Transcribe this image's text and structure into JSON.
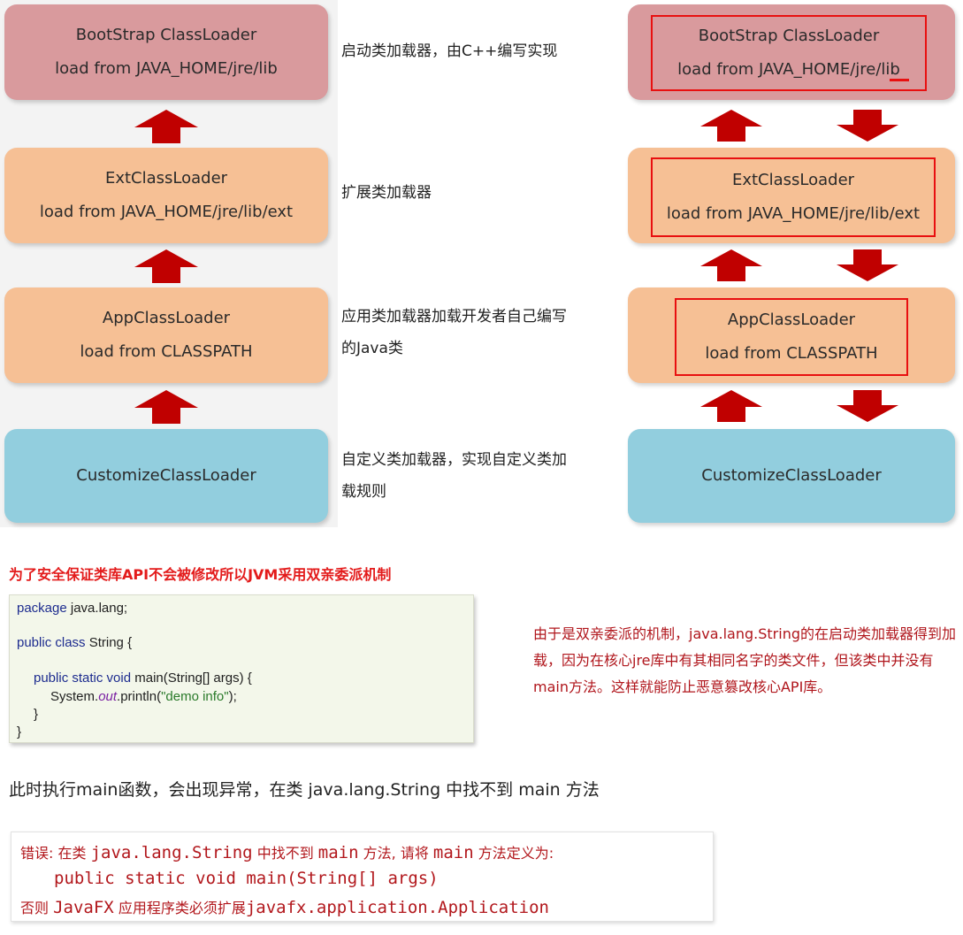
{
  "diagram_left": {
    "boot": {
      "line1": "BootStrap ClassLoader",
      "line2": "load from JAVA_HOME/jre/lib"
    },
    "ext": {
      "line1": "ExtClassLoader",
      "line2": "load from JAVA_HOME/jre/lib/ext"
    },
    "app": {
      "line1": "AppClassLoader",
      "line2": "load from CLASSPATH"
    },
    "cust": {
      "line1": "CustomizeClassLoader"
    }
  },
  "descriptions": {
    "boot": "启动类加载器，由C++编写实现",
    "ext": "扩展类加载器",
    "app_1": "应用类加载器加载开发者自己编写",
    "app_2": "的Java类",
    "cust_1": "自定义类加载器，实现自定义类加",
    "cust_2": "载规则"
  },
  "diagram_right": {
    "boot": {
      "line1": "BootStrap ClassLoader",
      "line2": "load from JAVA_HOME/jre/lib"
    },
    "ext": {
      "line1": "ExtClassLoader",
      "line2": "load from JAVA_HOME/jre/lib/ext"
    },
    "app": {
      "line1": "AppClassLoader",
      "line2": "load from CLASSPATH"
    },
    "cust": {
      "line1": "CustomizeClassLoader"
    }
  },
  "colors": {
    "boot": "#d99a9d",
    "ext_app": "#f6c095",
    "cust": "#92cede",
    "arrow": "#c00000",
    "frame": "#e81010"
  },
  "red_title": "为了安全保证类库API不会被修改所以JVM采用双亲委派机制",
  "code": {
    "l1_kw": "package",
    "l1_rest": " java.lang;",
    "l2_kw": "public class",
    "l2_rest": " String {",
    "l3_kw": "public static void",
    "l3_rest": " main(String[] args) {",
    "l4_a": "System.",
    "l4_b": "out",
    "l4_c": ".println(",
    "l4_str": "\"demo info\"",
    "l4_d": ");",
    "l5": "}",
    "l6": "}"
  },
  "note": "由于是双亲委派的机制，java.lang.String的在启动类加载器得到加载，因为在核心jre库中有其相同名字的类文件，但该类中并没有main方法。这样就能防止恶意篡改核心API库。",
  "sentence": "此时执行main函数，会出现异常，在类 java.lang.String 中找不到 main 方法",
  "error": {
    "a1": "错误: 在类 ",
    "a2": "java.lang.String",
    "a3": " 中找不到 ",
    "a4": "main",
    "a5": " 方法, 请将 ",
    "a6": "main",
    "a7": " 方法定义为:",
    "b": "public static void main(String[] args)",
    "c1": "否则 ",
    "c2": "JavaFX",
    "c3": " 应用程序类必须扩展",
    "c4": "javafx.application.Application"
  }
}
